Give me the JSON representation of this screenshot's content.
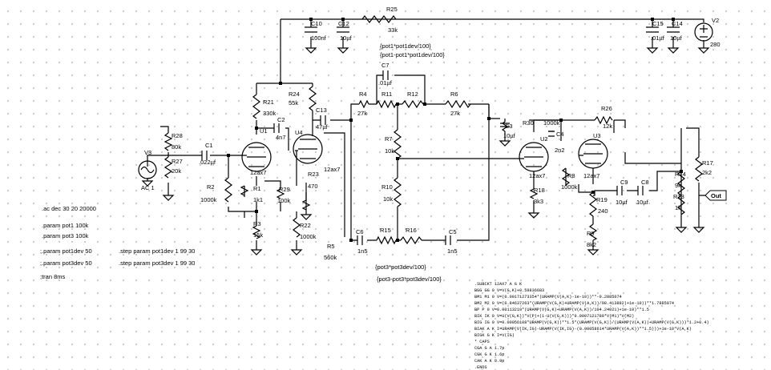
{
  "components": {
    "R25": {
      "name": "R25",
      "value": "33k"
    },
    "R24": {
      "name": "R24",
      "value": "55k"
    },
    "R21": {
      "name": "R21",
      "value": "330k"
    },
    "R28": {
      "name": "R28",
      "value": "80k"
    },
    "R27": {
      "name": "R27",
      "value": "20k"
    },
    "R2": {
      "name": "R2",
      "value": "1000k"
    },
    "R1": {
      "name": "R1",
      "value": "1k1"
    },
    "R29": {
      "name": "R29",
      "value": "100k"
    },
    "R3": {
      "name": "R3",
      "value": "15k"
    },
    "R23": {
      "name": "R23",
      "value": "470"
    },
    "R22": {
      "name": "R22",
      "value": "1000k"
    },
    "R4": {
      "name": "R4",
      "value": "27k"
    },
    "R11": {
      "name": "R11",
      "value": ""
    },
    "R12": {
      "name": "R12",
      "value": ""
    },
    "R6": {
      "name": "R6",
      "value": "27k"
    },
    "R7": {
      "name": "R7",
      "value": "10k"
    },
    "R10": {
      "name": "R10",
      "value": "10k"
    },
    "R5": {
      "name": "R5",
      "value": "560k"
    },
    "R15": {
      "name": "R15",
      "value": ""
    },
    "R16": {
      "name": "R16",
      "value": ""
    },
    "R26": {
      "name": "R26",
      "value": "12k"
    },
    "R30": {
      "name": "R30",
      "value": "1000k"
    },
    "R18": {
      "name": "R18",
      "value": "3k3"
    },
    "R8": {
      "name": "R8",
      "value": "1000k"
    },
    "R19": {
      "name": "R19",
      "value": "240"
    },
    "R9": {
      "name": "R9",
      "value": "8k2"
    },
    "R14": {
      "name": "R14",
      "value": "9k"
    },
    "R13": {
      "name": "R13",
      "value": "1k"
    },
    "R17": {
      "name": "R17",
      "value": "2k2"
    },
    "C10": {
      "name": "C10",
      "value": "100nf"
    },
    "C12": {
      "name": "C12",
      "value": "10µf"
    },
    "C15": {
      "name": "C15",
      "value": ".01µf"
    },
    "C14": {
      "name": "C14",
      "value": "10µf"
    },
    "C1": {
      "name": "C1",
      "value": ".022µf"
    },
    "C2": {
      "name": "C2",
      "value": "4n7"
    },
    "C13": {
      "name": "C13",
      "value": "47µf"
    },
    "C7": {
      "name": "C7",
      "value": ".01µf"
    },
    "C3": {
      "name": "C3",
      "value": "10µf"
    },
    "C4": {
      "name": "C4",
      "value": "2n2"
    },
    "C6": {
      "name": "C6",
      "value": "1n5"
    },
    "C5": {
      "name": "C5",
      "value": "1n5"
    },
    "C9": {
      "name": "C9",
      "value": "10µf"
    },
    "C8": {
      "name": "C8",
      "value": "10µf"
    },
    "U1": {
      "name": "U1",
      "model": "12ax7"
    },
    "U4": {
      "name": "U4",
      "model": "12ax7"
    },
    "U2": {
      "name": "U2",
      "model": "12ax7"
    },
    "U3": {
      "name": "U3",
      "model": "12ax7"
    },
    "V2": {
      "name": "V2",
      "value": "280"
    },
    "V3": {
      "name": "V3",
      "value": "AC 1"
    },
    "OUT": {
      "name": "Out"
    }
  },
  "pot_expressions": {
    "pot1_top": "{pot1*pot1dev/100}",
    "pot1_bottom": "{pot1-pot1*pot1dev/100}",
    "pot3_top": "{pot3*pot3dev/100}",
    "pot3_bottom": "{pot3-pot3*pot3dev/100}"
  },
  "directives": [
    ".ac dec 30 20 20000",
    ".param pot1 100k",
    ".param pot3 100k",
    ";.param pot1dev 50",
    ";.param pot3dev 50",
    ".step param pot1dev 1 99 30",
    ".step param pot3dev 1 99 30",
    ";tran 8ms"
  ],
  "subckt": [
    ".SUBCKT 12AX7 A G K",
    "BGG   GG   0 V=V(G,K)+0.59836683",
    "BM1   M1   0 V=(0.00171273354*(URAMP(V(A,K)-1e-10))**-0.2885074",
    "BM2   M2   0 V=(0.84637263*(URAMP(V(G,K)+URAMP(V(A,K))/98.413892)+1e-10))**1.7885074",
    "BP    P    0 V=0.00113219*(URAMP(V(G,K)+URAMP(V(A,K))/104.24021)+1e-10)**1.5",
    "BIK   IK   0 V=U(V(G,K))*V(P)+(1-U(V(G,K)))*0.0007121789*V(M1)*V(M2)",
    "BIG   IG   0 V=0.00056108*URAMP(V(G,K))**1.5*(URAMP(V(G,K))/(URAMP(V(A,K))+URAMP(V(G,K)))*1.2+0.4)",
    "BIAK  A    K I=URAMP(V(IK,IG)-URAMP(V(IK,IG)-(0.00058614*URAMP(V(A,K))**1.5)))+1e-10*V(A,K)",
    "BIGK  G    K I=V(IG)",
    "* CAPS",
    "CGA   G    A 1.7p",
    "CGK   G    K 1.6p",
    "CAK   A    K 0.9p",
    ".ENDS"
  ]
}
